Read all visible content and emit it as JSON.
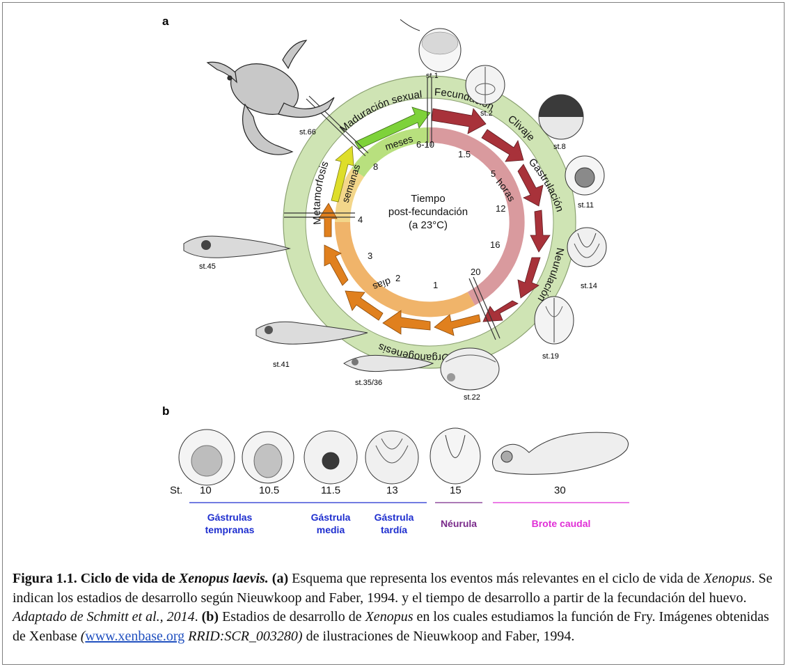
{
  "panel_a": {
    "label": "a",
    "center_text": [
      "Tiempo",
      "post-fecundación",
      "(a 23°C)"
    ],
    "outer_labels": {
      "fecundacion": "Fecundación",
      "clivaje": "Clivaje",
      "gastrulacion": "Gastrulación",
      "neurulacion": "Neurulación",
      "organogenesis": "Organogénesis",
      "metamorfosis": "Metamorfosis",
      "maduracion": "Maduración sexual"
    },
    "unit_labels": {
      "horas": "horas",
      "dias": "días",
      "semanas": "semanas",
      "meses": "meses"
    },
    "time_labels": {
      "h1_5": "1.5",
      "h5": "5",
      "h12": "12",
      "h16": "16",
      "h20": "20",
      "d1": "1",
      "d2": "2",
      "d3": "3",
      "d4": "4",
      "w8": "8",
      "m6_10": "6-10"
    },
    "stages": {
      "st1": "st.1",
      "st2": "st.2",
      "st8": "st.8",
      "st11": "st.11",
      "st14": "st.14",
      "st19": "st.19",
      "st22": "st.22",
      "st35": "st.35/36",
      "st41": "st.41",
      "st45": "st.45",
      "st66": "st.66"
    },
    "colors": {
      "ring": "#cfe4b4",
      "hours_inner": "#d99a9e",
      "hours_arrow": "#a8323a",
      "days_inner": "#f0b46a",
      "days_arrow": "#e0801e",
      "weeks_arrow": "#dede2a",
      "months_arrow": "#7ed23a",
      "months_inner": "#b8e07e"
    }
  },
  "panel_b": {
    "label": "b",
    "st_prefix": "St.",
    "stage_numbers": [
      "10",
      "10.5",
      "11.5",
      "13",
      "15",
      "30"
    ],
    "groups": {
      "gastrulas_tempranas": [
        "Gástrulas",
        "tempranas"
      ],
      "gastrula_media": [
        "Gástrula",
        "media"
      ],
      "gastrula_tardia": [
        "Gástrula",
        "tardía"
      ],
      "neurula": "Néurula",
      "brote_caudal": "Brote caudal"
    },
    "colors": {
      "gastrula": "#1f2fcf",
      "neurula": "#7a2a8a",
      "brote": "#e02fd6"
    }
  },
  "caption": {
    "fig_label": "Figura 1.1. Ciclo de vida de ",
    "species": "Xenopus laevis.",
    "a_marker": "(a)",
    "t1": " Esquema que representa los eventos más relevantes en el ciclo de vida de ",
    "genus1": "Xenopus",
    "t2": ". Se indican los estadios de desarrollo según Nieuwkoop and Faber, 1994. y el tiempo de desarrollo a partir de la fecundación del huevo. ",
    "adapted": "Adaptado de Schmitt et al., 2014",
    "t3": ". ",
    "b_marker": "(b)",
    "t4": " Estadios de desarrollo de ",
    "genus2": "Xenopus",
    "t5": " en los cuales estudiamos la función de Fry. Imágenes obtenidas de Xenbase ",
    "paren_open": "(",
    "link": "www.xenbase.org",
    "rrid": " RRID:SCR_003280)",
    "t6": " de ilustraciones de Nieuwkoop and Faber, 1994."
  }
}
